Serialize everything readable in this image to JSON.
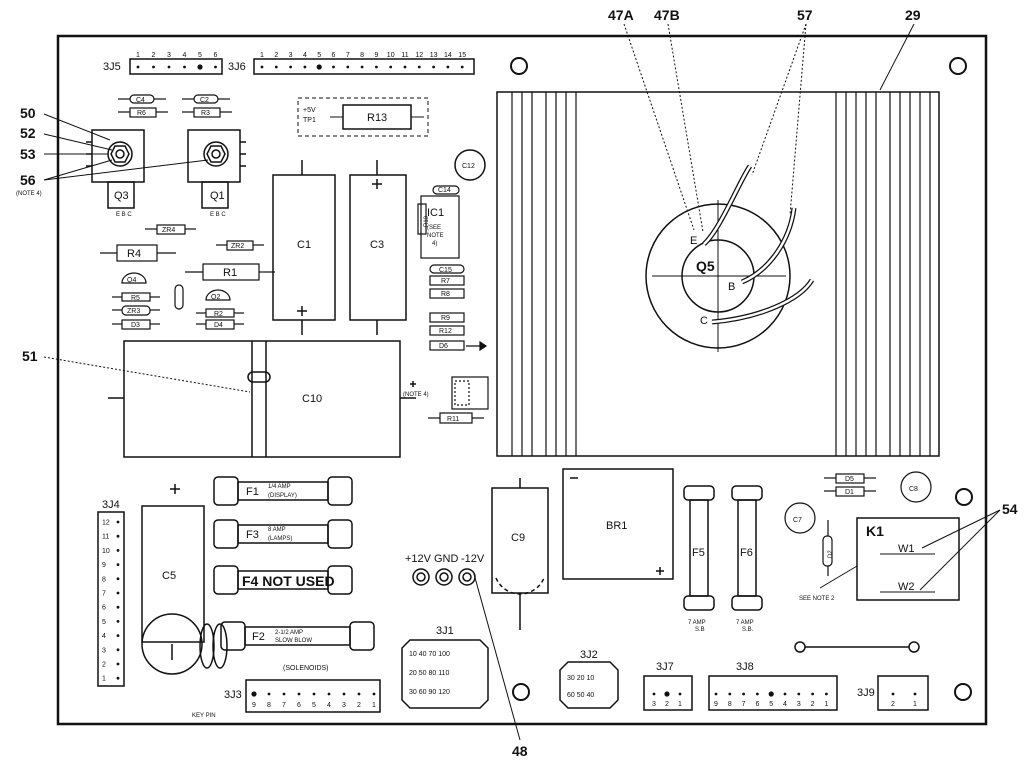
{
  "callouts": {
    "c50": "50",
    "c52": "52",
    "c53": "53",
    "c56": "56",
    "note4a": "(NOTE 4)",
    "c51": "51",
    "c47a": "47A",
    "c47b": "47B",
    "c57": "57",
    "c29": "29",
    "c54": "54",
    "c48": "48"
  },
  "connectors": {
    "j5": "3J5",
    "j6": "3J6",
    "j4": "3J4",
    "j3": "3J3",
    "j1": "3J1",
    "j2": "3J2",
    "j7": "3J7",
    "j8": "3J8",
    "j9": "3J9",
    "key_pin": "KEY PIN",
    "j5_pins": [
      "1",
      "2",
      "3",
      "4",
      "5",
      "6"
    ],
    "j6_pins": [
      "1",
      "2",
      "3",
      "4",
      "5",
      "6",
      "7",
      "8",
      "9",
      "10",
      "11",
      "12",
      "13",
      "14",
      "15"
    ],
    "j4_pins": [
      "12",
      "11",
      "10",
      "9",
      "8",
      "7",
      "6",
      "5",
      "4",
      "3",
      "2",
      "1"
    ],
    "j3_pins": [
      "9",
      "8",
      "7",
      "6",
      "5",
      "4",
      "3",
      "2",
      "1"
    ],
    "j8_pins": [
      "9",
      "8",
      "7",
      "6",
      "5",
      "4",
      "3",
      "2",
      "1"
    ],
    "j7_pins": [
      "3",
      "2",
      "1"
    ],
    "j9_pins": [
      "2",
      "1"
    ],
    "j1_rows": [
      "10 40 70 100",
      "20 50 80 110",
      "30 60 90 120"
    ],
    "j2_rows": [
      "30 20 10",
      "60 50 40"
    ]
  },
  "components": {
    "c4": "C4",
    "c2": "C2",
    "r6": "R6",
    "r3": "R3",
    "tp1_top": "+5V",
    "tp1_bot": "TP1",
    "r13": "R13",
    "c12": "C12",
    "c14": "C14",
    "ic1": "IC1",
    "ic1_see": "(SEE",
    "ic1_note": "NOTE",
    "ic1_4": "4)",
    "r10": "R10",
    "c15": "C15",
    "r7": "R7",
    "r8": "R8",
    "r9": "R9",
    "r12": "R12",
    "d6": "D6",
    "q3": "Q3",
    "q1": "Q1",
    "ebc": "E B C",
    "zr4": "ZR4",
    "zr2": "ZR2",
    "zr3": "ZR3",
    "r4": "R4",
    "r1": "R1",
    "q4": "Q4",
    "q2": "Q2",
    "r5": "R5",
    "r2": "R2",
    "d3": "D3",
    "d4": "D4",
    "c1": "C1",
    "c3": "C3",
    "c10": "C10",
    "note4b": "(NOTE 4)",
    "r11": "R11",
    "q5": "Q5",
    "e": "E",
    "b": "B",
    "c": "C",
    "d5": "D5",
    "d1": "D1",
    "c8": "C8",
    "c7": "C7",
    "d2": "D2",
    "k1": "K1",
    "w1": "W1",
    "w2": "W2",
    "see_note2": "SEE NOTE 2",
    "br1": "BR1",
    "c9": "C9",
    "c5": "C5",
    "f5": "F5",
    "f6": "F6",
    "f_rating1": "7 AMP",
    "f_sb1": "S.B",
    "f_rating2": "7 AMP",
    "f_sb2": "S.B.",
    "f1": "F1",
    "f1_a": "1/4 AMP",
    "f1_b": "(DISPLAY)",
    "f3": "F3",
    "f3_a": "8 AMP",
    "f3_b": "(LAMPS)",
    "f4": "F4 NOT USED",
    "f2": "F2",
    "f2_a": "2-1/2 AMP",
    "f2_b": "SLOW BLOW",
    "solenoids": "(SOLENOIDS)",
    "tp_p12": "+12V",
    "tp_gnd": "GND",
    "tp_m12": "-12V"
  }
}
